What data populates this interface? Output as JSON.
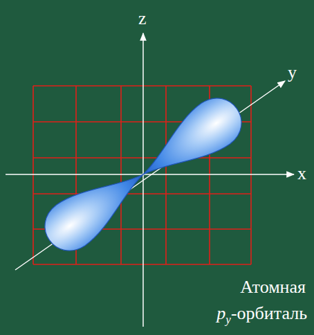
{
  "diagram": {
    "labels": [
      "z",
      "y",
      "x",
      "Атомная",
      "p",
      "y",
      "-орбиталь"
    ]
  }
}
